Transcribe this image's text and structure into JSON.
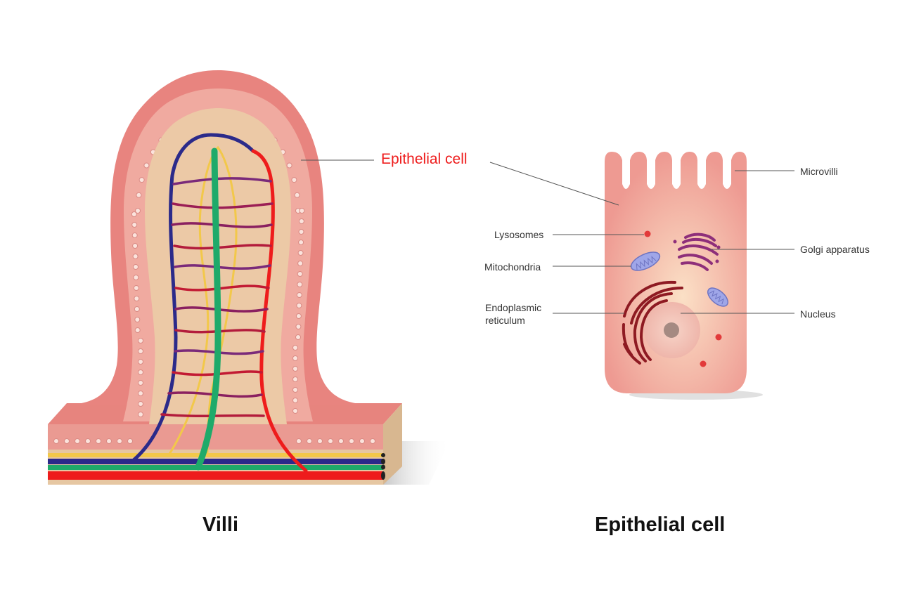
{
  "colors": {
    "villus_outer": "#e8847f",
    "villus_inner": "#ecc9a6",
    "cell_body": "#ee9a92",
    "artery": "#ee1c1c",
    "vein": "#2b2a8a",
    "lacteal": "#1faa6a",
    "lymph": "#f2c84a",
    "callout_red": "#ee1c1c",
    "golgi": "#8e2f7a",
    "er": "#8e1a22",
    "mitochondria": "#9fa6e8"
  },
  "villi": {
    "callout": "Epithelial cell",
    "caption": "Villi"
  },
  "cell": {
    "caption": "Epithelial cell",
    "labels": {
      "microvilli": "Microvilli",
      "lysosomes": "Lysosomes",
      "golgi": "Golgi apparatus",
      "mitochondria": "Mitochondria",
      "er_line1": "Endoplasmic",
      "er_line2": "reticulum",
      "nucleus": "Nucleus"
    }
  }
}
